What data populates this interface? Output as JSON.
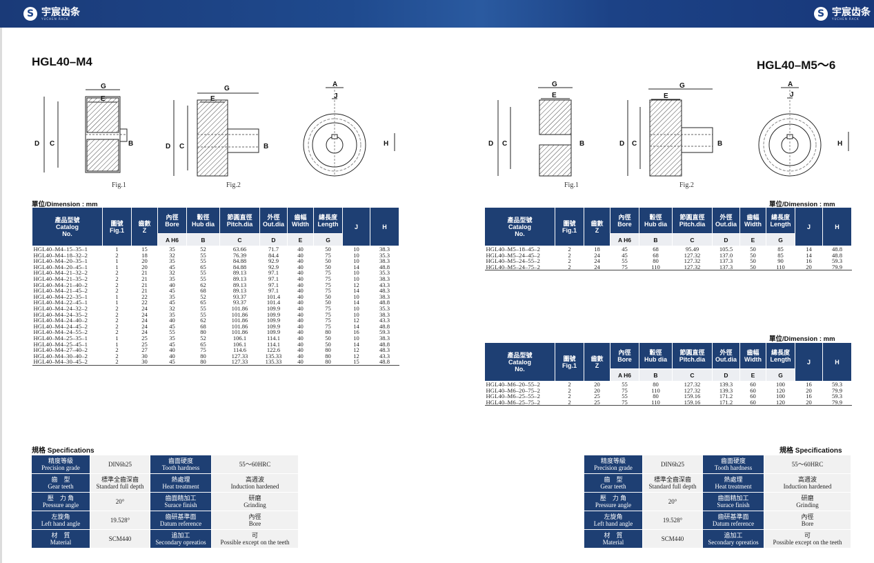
{
  "brand": {
    "name": "宇宸齿条",
    "sub": "YUCHEN RACK",
    "mark": "S"
  },
  "left": {
    "title": "HGL40–M4",
    "fig1": "Fig.1",
    "fig2": "Fig.2",
    "unit": "單位/Dimension : mm",
    "rows": [
      [
        "HGL40–M4–15–35–1",
        "1",
        "15",
        "35",
        "52",
        "63.66",
        "71.7",
        "40",
        "50",
        "10",
        "38.3"
      ],
      [
        "HGL40–M4–18–32–2",
        "2",
        "18",
        "32",
        "55",
        "76.39",
        "84.4",
        "40",
        "75",
        "10",
        "35.3"
      ],
      [
        "HGL40–M4–20–35–1",
        "1",
        "20",
        "35",
        "55",
        "84.88",
        "92.9",
        "40",
        "50",
        "10",
        "38.3"
      ],
      [
        "HGL40–M4–20–45–1",
        "1",
        "20",
        "45",
        "65",
        "84.88",
        "92.9",
        "40",
        "50",
        "14",
        "48.8"
      ],
      [
        "HGL40–M4–21–32–2",
        "2",
        "21",
        "32",
        "55",
        "89.13",
        "97.1",
        "40",
        "75",
        "10",
        "35.3"
      ],
      [
        "HGL40–M4–21–35–2",
        "2",
        "21",
        "35",
        "55",
        "89.13",
        "97.1",
        "40",
        "75",
        "10",
        "38.3"
      ],
      [
        "HGL40–M4–21–40–2",
        "2",
        "21",
        "40",
        "62",
        "89.13",
        "97.1",
        "40",
        "75",
        "12",
        "43.3"
      ],
      [
        "HGL40–M4–21–45–2",
        "2",
        "21",
        "45",
        "68",
        "89.13",
        "97.1",
        "40",
        "75",
        "14",
        "48.3"
      ],
      [
        "HGL40–M4–22–35–1",
        "1",
        "22",
        "35",
        "52",
        "93.37",
        "101.4",
        "40",
        "50",
        "10",
        "38.3"
      ],
      [
        "HGL40–M4–22–45–1",
        "1",
        "22",
        "45",
        "65",
        "93.37",
        "101.4",
        "40",
        "50",
        "14",
        "48.8"
      ],
      [
        "HGL40–M4–24–32–2",
        "2",
        "24",
        "32",
        "55",
        "101.86",
        "109.9",
        "40",
        "75",
        "10",
        "35.3"
      ],
      [
        "HGL40–M4–24–35–2",
        "2",
        "24",
        "35",
        "55",
        "101.86",
        "109.9",
        "40",
        "75",
        "10",
        "38.3"
      ],
      [
        "HGL40–M4–24–40–2",
        "2",
        "24",
        "40",
        "62",
        "101.86",
        "109.9",
        "40",
        "75",
        "12",
        "43.3"
      ],
      [
        "HGL40–M4–24–45–2",
        "2",
        "24",
        "45",
        "68",
        "101.86",
        "109.9",
        "40",
        "75",
        "14",
        "48.8"
      ],
      [
        "HGL40–M4–24–55–2",
        "2",
        "24",
        "55",
        "80",
        "101.86",
        "109.9",
        "40",
        "80",
        "16",
        "59.3"
      ],
      [
        "HGL40–M4–25–35–1",
        "1",
        "25",
        "35",
        "52",
        "106.1",
        "114.1",
        "40",
        "50",
        "10",
        "38.3"
      ],
      [
        "HGL40–M4–25–45–1",
        "1",
        "25",
        "45",
        "65",
        "106.1",
        "114.1",
        "40",
        "50",
        "14",
        "48.8"
      ],
      [
        "HGL40–M4–27–40–2",
        "2",
        "27",
        "40",
        "75",
        "114.6",
        "122.6",
        "40",
        "80",
        "12",
        "48.3"
      ],
      [
        "HGL40–M4–30–40–2",
        "2",
        "30",
        "40",
        "80",
        "127.33",
        "135.33",
        "40",
        "80",
        "12",
        "43.3"
      ],
      [
        "HGL40–M4–30–45–2",
        "2",
        "30",
        "45",
        "80",
        "127.33",
        "135.33",
        "40",
        "80",
        "15",
        "48.8"
      ]
    ]
  },
  "right": {
    "title": "HGL40–M5～6",
    "fig1": "Fig.1",
    "fig2": "Fig.2",
    "unit": "單位/Dimension : mm",
    "unit2": "單位/Dimension : mm",
    "rows_m5": [
      [
        "HGL40–M5–18–45–2",
        "2",
        "18",
        "45",
        "68",
        "95.49",
        "105.5",
        "50",
        "85",
        "14",
        "48.8"
      ],
      [
        "HGL40–M5–24–45–2",
        "2",
        "24",
        "45",
        "68",
        "127.32",
        "137.0",
        "50",
        "85",
        "14",
        "48.8"
      ],
      [
        "HGL40–M5–24–55–2",
        "2",
        "24",
        "55",
        "80",
        "127.32",
        "137.3",
        "50",
        "90",
        "16",
        "59.3"
      ],
      [
        "HGL40–M5–24–75–2",
        "2",
        "24",
        "75",
        "110",
        "127.32",
        "137.3",
        "50",
        "110",
        "20",
        "79.9"
      ]
    ],
    "rows_m6": [
      [
        "HGL40–M6–20–55–2",
        "2",
        "20",
        "55",
        "80",
        "127.32",
        "139.3",
        "60",
        "100",
        "16",
        "59.3"
      ],
      [
        "HGL40–M6–20–75–2",
        "2",
        "20",
        "75",
        "110",
        "127.32",
        "139.3",
        "60",
        "120",
        "20",
        "79.9"
      ],
      [
        "HGL40–M6–25–55–2",
        "2",
        "25",
        "55",
        "80",
        "159.16",
        "171.2",
        "60",
        "100",
        "16",
        "59.3"
      ],
      [
        "HGL40–M6–25–75–2",
        "2",
        "25",
        "75",
        "110",
        "159.16",
        "171.2",
        "60",
        "120",
        "20",
        "79.9"
      ]
    ]
  },
  "headers": {
    "catalog": [
      "產品型號",
      "Catalog",
      "No."
    ],
    "fig": [
      "圖號",
      "Fig.1"
    ],
    "teeth": [
      "齒數",
      "Z"
    ],
    "bore": [
      "內徑",
      "Bore"
    ],
    "hub": [
      "轂徑",
      "Hub dia"
    ],
    "pitch": [
      "節圓直徑",
      "Pitch.dia"
    ],
    "outdia": [
      "外徑",
      "Out.dia"
    ],
    "width": [
      "齒幅",
      "Width"
    ],
    "length": [
      "總長度",
      "Length"
    ],
    "j": "J",
    "h": "H",
    "sub": [
      "A H6",
      "B",
      "C",
      "D",
      "E",
      "G"
    ]
  },
  "figure_labels": {
    "G": "G",
    "E": "E",
    "D": "D",
    "C": "C",
    "B": "B",
    "A": "A",
    "J": "J",
    "H": "H"
  },
  "specs": {
    "heading": "規格 Specifications",
    "rows": [
      {
        "l1": [
          "精度等級",
          "Precision grade"
        ],
        "v1": [
          "DIN6h25",
          ""
        ],
        "l2": [
          "齒面硬度",
          "Tooth hardness"
        ],
        "v2": [
          "55～60HRC",
          ""
        ]
      },
      {
        "l1": [
          "齒　型",
          "Gear teeth"
        ],
        "v1": [
          "標準全齒深齒",
          "Standard full depth"
        ],
        "l2": [
          "熱處理",
          "Heat treatment"
        ],
        "v2": [
          "高週波",
          "Induction hardened"
        ]
      },
      {
        "l1": [
          "壓　力 角",
          "Pressure angle"
        ],
        "v1": [
          "20°",
          ""
        ],
        "l2": [
          "齒面精加工",
          "Surace finish"
        ],
        "v2": [
          "研磨",
          "Grinding"
        ]
      },
      {
        "l1": [
          "左旋角",
          "Left hand angle"
        ],
        "v1": [
          "19.528°",
          ""
        ],
        "l2": [
          "齒研基準面",
          "Datum reference"
        ],
        "v2": [
          "內徑",
          "Bore"
        ]
      },
      {
        "l1": [
          "材　質",
          "Material"
        ],
        "v1": [
          "SCM440",
          ""
        ],
        "l2": [
          "追加工",
          "Secondary opreatios"
        ],
        "v2": [
          "可",
          "Possible except on the teeth"
        ]
      }
    ]
  }
}
